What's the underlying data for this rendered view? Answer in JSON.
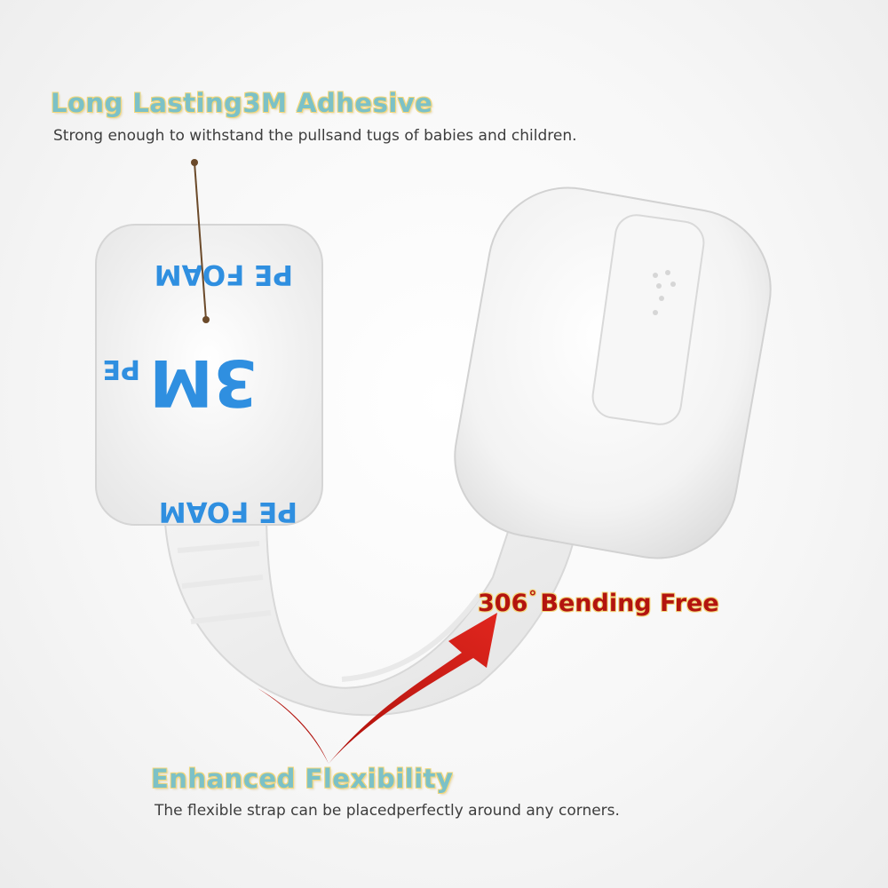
{
  "features": {
    "adhesive": {
      "title": "Long Lasting3M Adhesive",
      "description": "Strong enough to withstand the pullsand tugs of babies and children."
    },
    "flexibility": {
      "title": "Enhanced Flexibility",
      "description": "The flexible strap can be placedperfectly around any corners."
    },
    "bending": {
      "value": "306",
      "degree_symbol": "°",
      "label": "Bending Free"
    }
  },
  "product": {
    "pad_brand": "3M",
    "pad_material": "PE FOAM",
    "pad_material_short": "PE"
  },
  "colors": {
    "heading_teal": "#7cc1c7",
    "heading_outline": "#f3d77a",
    "arrow_red": "#c4120c",
    "foam_blue": "#2f8fe0"
  }
}
